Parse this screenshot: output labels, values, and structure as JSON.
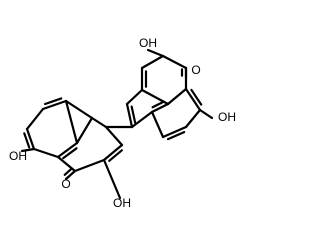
{
  "labels": {
    "oh_top": "OH",
    "o_ketone_right": "O",
    "oh_right": "OH",
    "oh_left": "OH",
    "o_ketone_left": "O",
    "oh_bottom": "OH"
  }
}
